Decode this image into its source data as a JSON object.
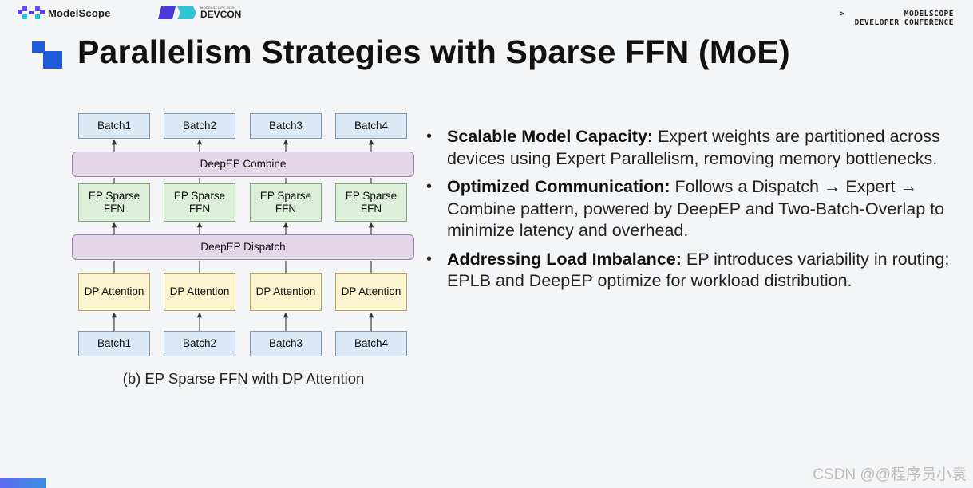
{
  "header": {
    "logo_text": "ModelScope",
    "devcon_small": "MODELSCOPE 2025",
    "devcon_main": "DEVCON",
    "conf_line1": "MODELSCOPE",
    "conf_line2": "DEVELOPER CONFERENCE",
    "conf_chevron": ">"
  },
  "slide": {
    "title": "Parallelism Strategies with Sparse FFN (MoE)"
  },
  "diagram": {
    "top_batches": [
      "Batch1",
      "Batch2",
      "Batch3",
      "Batch4"
    ],
    "combine_label": "DeepEP Combine",
    "ep_label_line1": "EP Sparse",
    "ep_label_line2": "FFN",
    "dispatch_label": "DeepEP Dispatch",
    "dp_label": "DP Attention",
    "bottom_batches": [
      "Batch1",
      "Batch2",
      "Batch3",
      "Batch4"
    ],
    "caption": "(b) EP Sparse FFN with DP Attention"
  },
  "bullets": [
    {
      "bold": "Scalable Model Capacity:",
      "text": " Expert weights are partitioned across devices using Expert Parallelism, removing memory bottlenecks."
    },
    {
      "bold": "Optimized Communication:",
      "text": " Follows a Dispatch → Expert → Combine pattern, powered by DeepEP and Two-Batch-Overlap to minimize latency and overhead."
    },
    {
      "bold": "Addressing Load Imbalance:",
      "text": " EP introduces variability in routing; EPLB and DeepEP optimize for workload distribution."
    }
  ],
  "watermark": "CSDN @@程序员小袁",
  "colors": {
    "accent_blue": "#1f5bd8",
    "batch_fill": "#dbe8f6",
    "ep_fill": "#dcefd9",
    "dp_fill": "#fbf4cf",
    "bar_fill": "#e3d6e8"
  }
}
